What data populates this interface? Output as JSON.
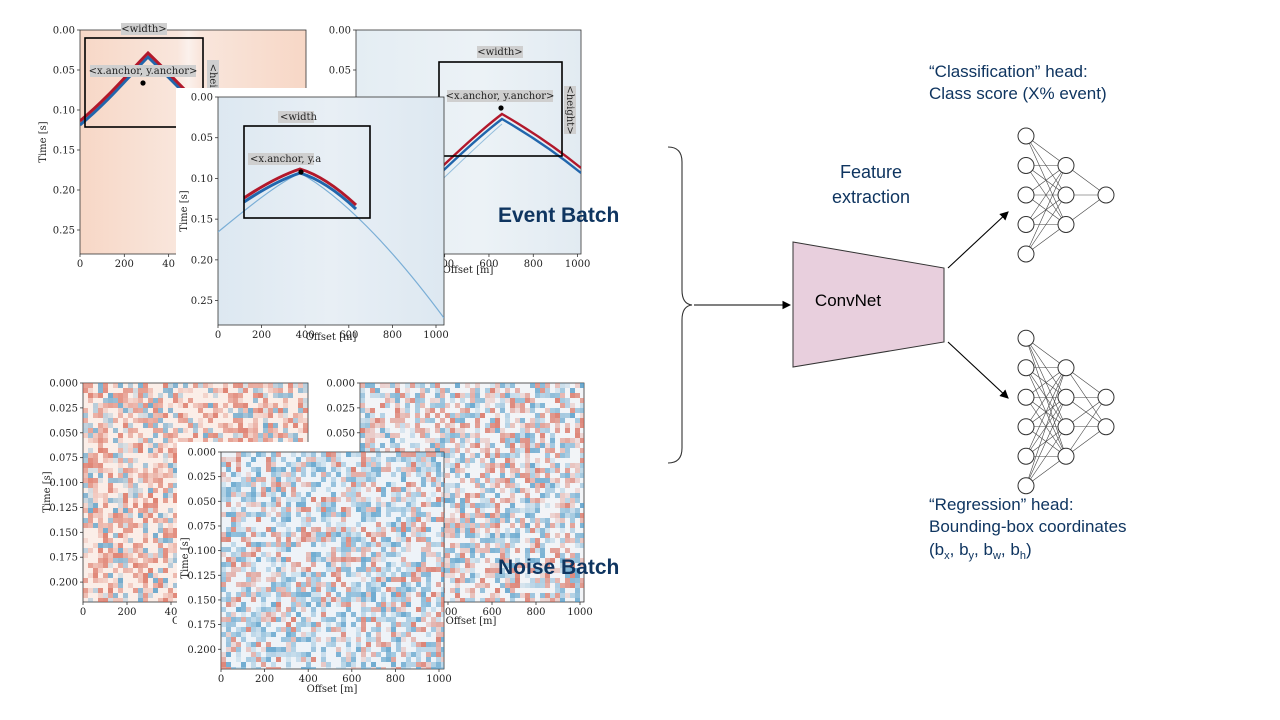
{
  "colors": {
    "navy": "#0f3560",
    "convnet_fill": "#e8cfdd",
    "event_red_bg": "#f8dccd",
    "event_blue_bg": "#e3ecf3",
    "wave_red": "#b2182b",
    "wave_blue": "#2166ac",
    "noise_red": "#d6604d",
    "noise_blue": "#4393c3"
  },
  "labels": {
    "event_batch": "Event Batch",
    "noise_batch": "Noise Batch",
    "feature_extraction_line1": "Feature",
    "feature_extraction_line2": "extraction",
    "convnet": "ConvNet",
    "classification_head_line1": "“Classification” head:",
    "classification_head_line2": "Class score (X% event)",
    "regression_head_line1": "“Regression” head:",
    "regression_head_line2": "Bounding-box coordinates",
    "regression_head_line3": "(b",
    "sub_x": "x",
    "sub_y": "y",
    "sub_w": "w",
    "sub_h": "h",
    "comma": ", ",
    "close_paren": ")"
  },
  "plots": {
    "ylabel": "Time [s]",
    "xlabel": "Offset [m]",
    "xlabel_clipped": "O",
    "xticks": [
      "0",
      "200",
      "400",
      "600",
      "800",
      "1000"
    ],
    "xticks_clipped": [
      "0",
      "200",
      "40"
    ],
    "event_yticks": [
      "0.00",
      "0.05",
      "0.10",
      "0.15",
      "0.20",
      "0.25"
    ],
    "noise_yticks": [
      "0.000",
      "0.025",
      "0.050",
      "0.075",
      "0.100",
      "0.125",
      "0.150",
      "0.175",
      "0.200"
    ],
    "box_width": "<width>",
    "box_height": "<height>",
    "box_anchor": "<x.anchor, y.anchor>",
    "box_anchor_clipped": "<x.anchor, y.a",
    "box_width_clipped": "<width",
    "box_height_clipped": "<heigh"
  },
  "network": {
    "classification_layers": [
      5,
      3,
      1
    ],
    "regression_layers": [
      6,
      4,
      2
    ]
  }
}
